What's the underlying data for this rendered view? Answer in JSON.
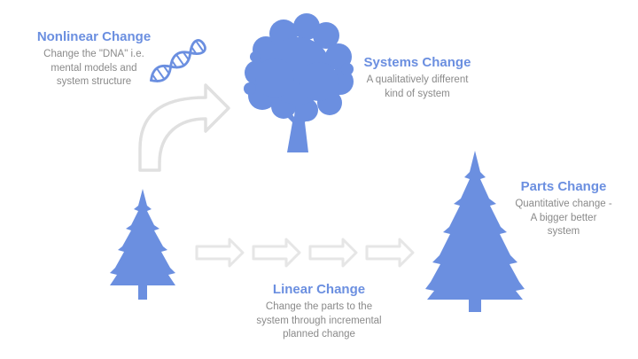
{
  "nonlinear": {
    "title": "Nonlinear Change",
    "desc": [
      "Change the \"DNA\" i.e.",
      "mental models and",
      "system structure"
    ]
  },
  "systems": {
    "title": "Systems Change",
    "desc": [
      "A qualitatively different",
      "kind of system"
    ]
  },
  "parts": {
    "title": "Parts Change",
    "desc": [
      "Quantitative change -",
      "A bigger better",
      "system"
    ]
  },
  "linear": {
    "title": "Linear Change",
    "desc": [
      "Change the parts to the",
      "system through incremental",
      "planned change"
    ]
  },
  "colors": {
    "accent": "#6b8fe0",
    "text": "#8a8a8a",
    "arrow": "#e6e6e6"
  },
  "icons": [
    "dna-icon",
    "curved-arrow-icon",
    "oak-tree-icon",
    "small-pine-tree-icon",
    "large-pine-tree-icon",
    "chevron-arrow-icon"
  ]
}
